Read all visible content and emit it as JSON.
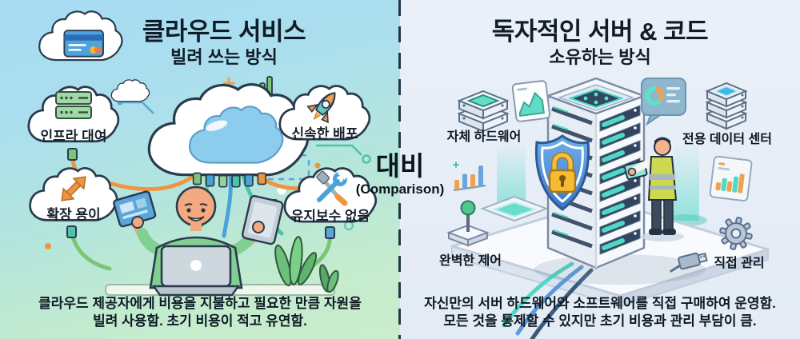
{
  "center": {
    "label": "대비",
    "sublabel": "(Comparison)"
  },
  "left": {
    "title": "클라우드 서비스",
    "subtitle": "빌려 쓰는 방식",
    "header_icon": "cloud-credit-card-icon",
    "bubbles": [
      {
        "label": "인프라 대여",
        "icon": "server-icon"
      },
      {
        "label": "신속한 배포",
        "icon": "rocket-icon"
      },
      {
        "label": "확장 용이",
        "icon": "expand-arrows-icon"
      },
      {
        "label": "유지보수 없음",
        "icon": "tools-icon"
      }
    ],
    "description": [
      "클라우드 제공자에게 비용을 지불하고 필요한 만큼 자원을",
      "빌려 사용함. 초기 비용이 적고 유연함."
    ]
  },
  "right": {
    "title": "독자적인 서버 & 코드",
    "subtitle": "소유하는 방식",
    "labels": [
      {
        "label": "자체 하드웨어",
        "icon": "server-stack-icon"
      },
      {
        "label": "전용 데이터 센터",
        "icon": "server-stack-icon"
      },
      {
        "label": "완벽한 제어",
        "icon": "joystick-icon"
      },
      {
        "label": "직접 관리",
        "icon": "gear-icon"
      }
    ],
    "description": [
      "자신만의 서버 하드웨어와 소프트웨어를 직접 구매하여 운영함.",
      "모든 것을 통제할 수 있지만 초기 비용과 관리 부담이 큼."
    ]
  },
  "colors": {
    "left_bg_top": "#a6dbf3",
    "left_bg_bottom": "#cbeecb",
    "right_bg": "#e9eff7",
    "outline": "#2a3b4d",
    "orange": "#f0953f",
    "green": "#7cc576",
    "blue": "#4aa3d8",
    "teal": "#4fd8c4",
    "shield_blue": "#3f7cc9",
    "lock_gold": "#f5b82e"
  }
}
